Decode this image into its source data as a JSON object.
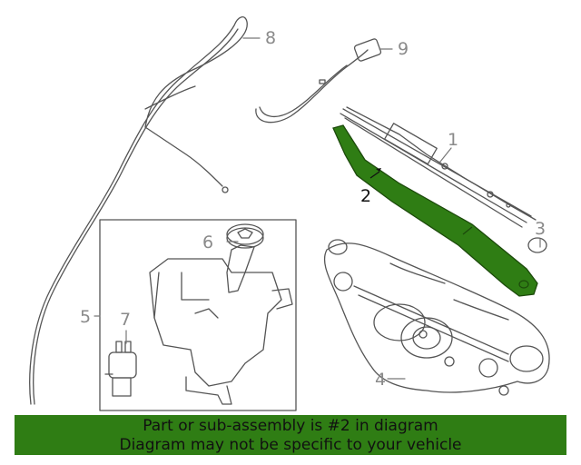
{
  "callouts": {
    "c1": "1",
    "c2": "2",
    "c3": "3",
    "c4": "4",
    "c5": "5",
    "c6": "6",
    "c7": "7",
    "c8": "8",
    "c9": "9"
  },
  "highlighted_part": "2",
  "colors": {
    "highlight": "#2f7d14",
    "line_art": "#555555",
    "callout_text": "#8a8a8a",
    "banner_bg": "#2f7d14"
  },
  "banner": {
    "line1": "Part or sub-assembly is #2 in diagram",
    "line2": "Diagram may not be specific to your vehicle"
  }
}
